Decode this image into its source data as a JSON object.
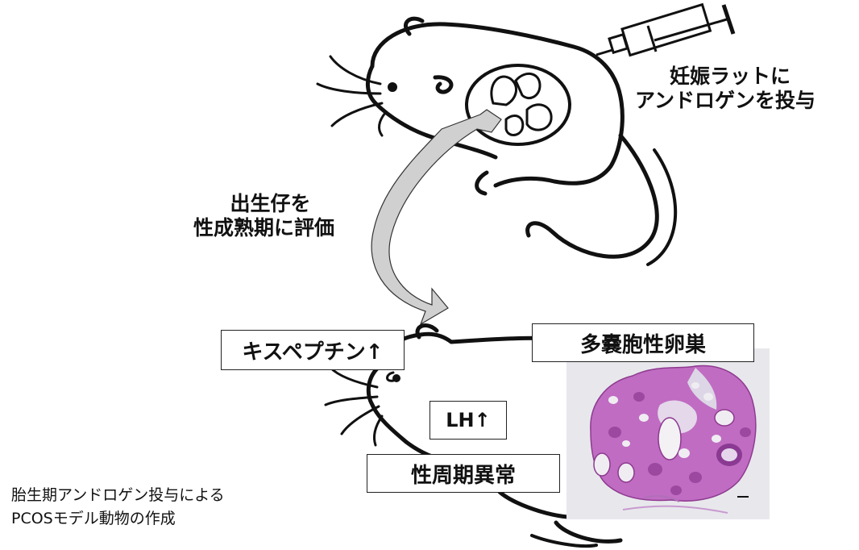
{
  "labels": {
    "injection": [
      "妊娠ラットに",
      "アンドロゲンを投与"
    ],
    "offspring": [
      "出生仔を",
      "性成熟期に評価"
    ]
  },
  "findings": {
    "kisspeptin": "キスペプチン↑",
    "lh": "LH↑",
    "cycle": "性周期異常",
    "ovary": "多嚢胞性卵巣"
  },
  "caption": [
    "胎生期アンドロゲン投与による",
    "PCOSモデル動物の作成"
  ],
  "colors": {
    "outline": "#111111",
    "arrow_fill": "#c9c9c9",
    "histology_background": "#e9e9ec",
    "tissue": "#c25fc0",
    "tissue_dark": "#8e3a90"
  }
}
